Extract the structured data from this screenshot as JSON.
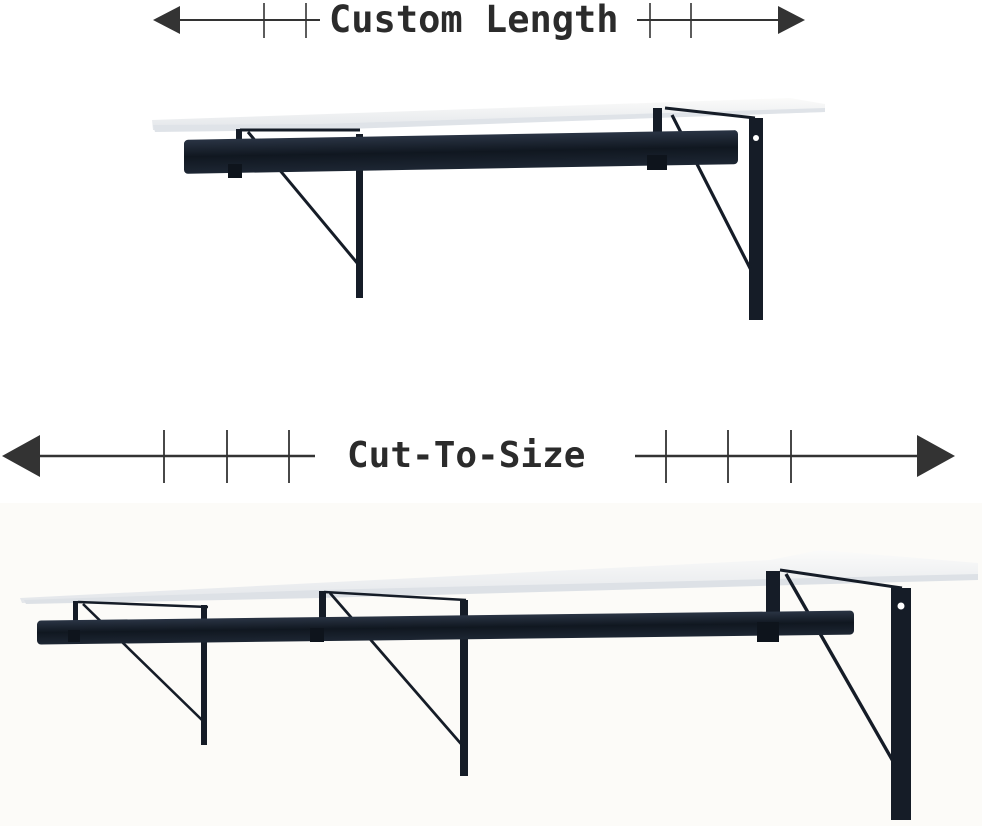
{
  "image": {
    "type": "product-illustration",
    "subject": "wall shelf with hanging rod and black metal brackets"
  },
  "top_banner": {
    "label": "Custom Length",
    "dimension_arrow": {
      "direction": "both",
      "ticks_left": 2,
      "ticks_right": 2
    }
  },
  "middle_banner": {
    "label": "Cut-To-Size",
    "dimension_arrow": {
      "direction": "both",
      "ticks_left": 3,
      "ticks_right": 3
    }
  },
  "products": [
    {
      "name": "short-shelf",
      "brackets": 2,
      "shelf_color": "#f6f6f4",
      "metal_color": "#1a2230"
    },
    {
      "name": "long-shelf",
      "brackets": 3,
      "shelf_color": "#f6f6f4",
      "metal_color": "#1a2230"
    }
  ],
  "colors": {
    "text": "#2b2b2b",
    "arrow": "#333333",
    "background_top": "#ffffff",
    "background_bottom": "#fcfbf8"
  }
}
